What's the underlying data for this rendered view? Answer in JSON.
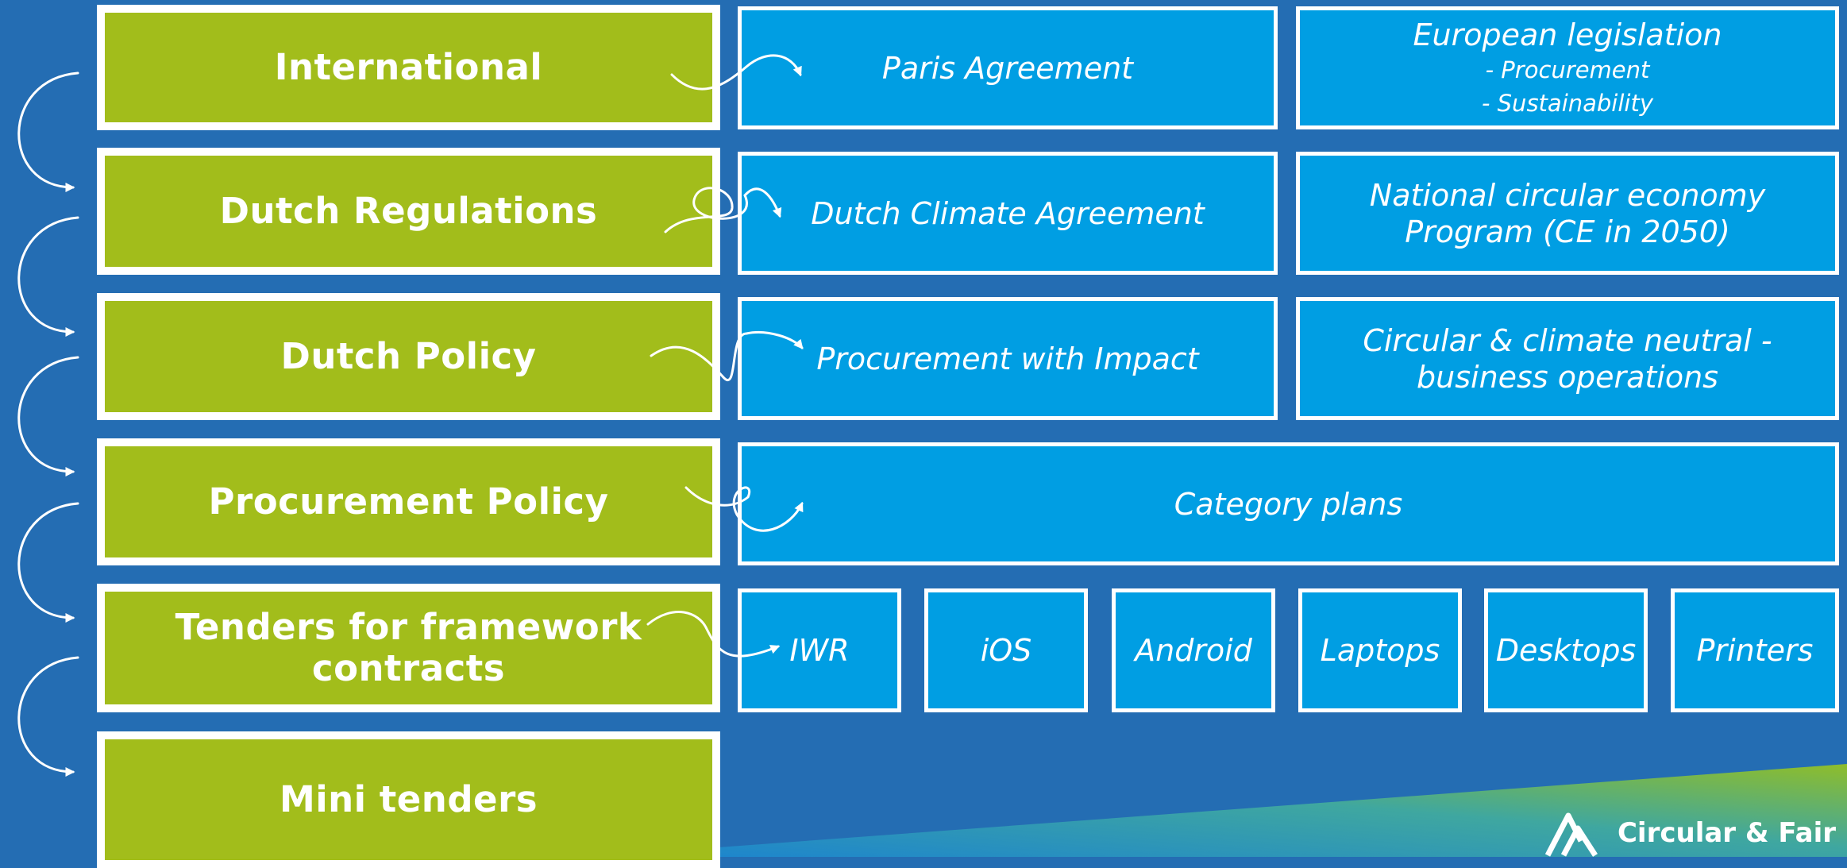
{
  "levels": [
    {
      "label": "International"
    },
    {
      "label": "Dutch Regulations"
    },
    {
      "label": "Dutch Policy"
    },
    {
      "label": "Procurement Policy"
    },
    {
      "label": "Tenders for framework contracts"
    },
    {
      "label": "Mini tenders"
    }
  ],
  "row1": {
    "paris": "Paris Agreement",
    "european": {
      "title": "European legislation",
      "items": [
        "- Procurement",
        "- Sustainability"
      ]
    }
  },
  "row2": {
    "climate": "Dutch Climate Agreement",
    "national": "National circular economy Program (CE in 2050)"
  },
  "row3": {
    "impact": "Procurement with Impact",
    "circular": "Circular & climate neutral - business operations"
  },
  "row4": {
    "category": "Category plans"
  },
  "row5": {
    "tenders": [
      "IWR",
      "iOS",
      "Android",
      "Laptops",
      "Desktops",
      "Printers"
    ]
  },
  "logo": {
    "text": "Circular & Fair"
  },
  "colors": {
    "background": "#246db3",
    "green": "#a2bd1b",
    "blue": "#009ee3",
    "border": "#ffffff"
  }
}
